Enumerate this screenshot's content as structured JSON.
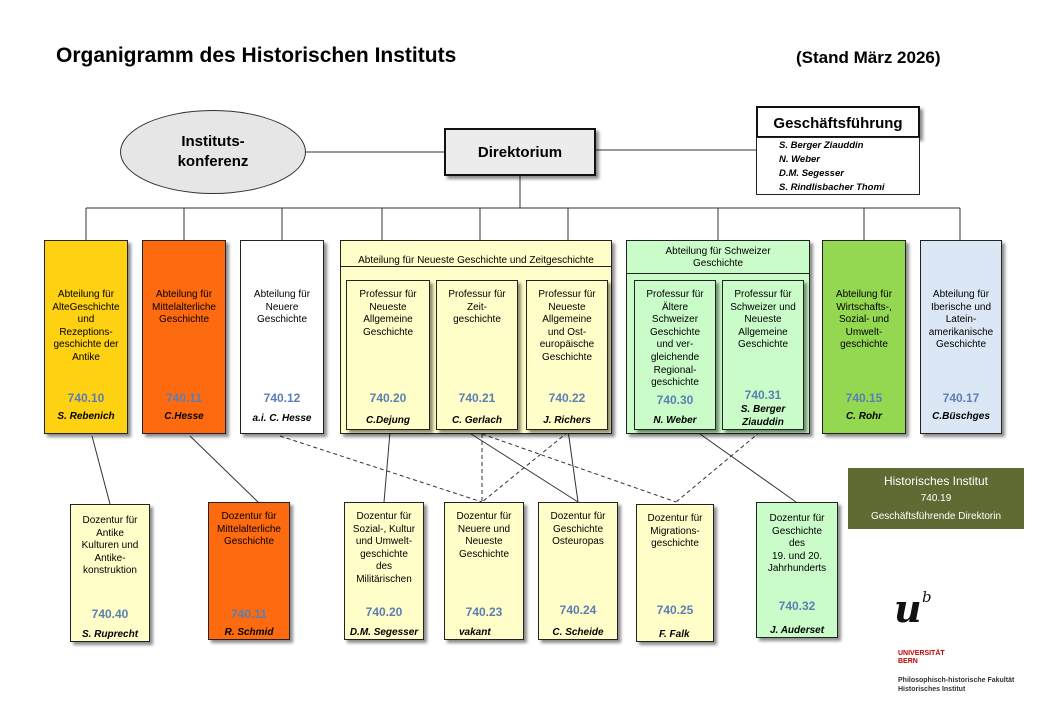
{
  "header": {
    "title": "Organigramm des Historischen Instituts",
    "stand": "(Stand März 2026)"
  },
  "institutskonferenz": {
    "line1": "Instituts-",
    "line2": "konferenz"
  },
  "direktorium": {
    "label": "Direktorium"
  },
  "geschaeftsfuehrung": {
    "title": "Geschäftsführung",
    "members": [
      "S. Berger Ziauddin",
      "N. Weber",
      "D.M. Segesser",
      "S. Rindlisbacher Thomi"
    ]
  },
  "groups": {
    "neueste": "Abteilung für Neueste Geschichte und Zeitgeschichte",
    "schweizer": "Abteilung für Schweizer Geschichte"
  },
  "units": [
    {
      "name": [
        "Abteilung für",
        "AlteGeschichte",
        "und",
        "Rezeptions-",
        "geschichte der",
        "Antike"
      ],
      "code": "740.10",
      "person": "S. Rebenich"
    },
    {
      "name": [
        "Abteilung für",
        "Mittelalterliche",
        "Geschichte"
      ],
      "code": "740.11",
      "person": "C.Hesse"
    },
    {
      "name": [
        "Abteilung für",
        "Neuere",
        "Geschichte"
      ],
      "code": "740.12",
      "person": "a.i. C. Hesse"
    },
    {
      "name": [
        "Professur für",
        "Neueste",
        "Allgemeine",
        "Geschichte"
      ],
      "code": "740.20",
      "person": "C.Dejung"
    },
    {
      "name": [
        "Professur für",
        "Zeit-",
        "geschichte"
      ],
      "code": "740.21",
      "person": "C. Gerlach"
    },
    {
      "name": [
        "Professur für",
        "Neueste",
        "Allgemeine",
        "und Ost-",
        "europäische",
        "Geschichte"
      ],
      "code": "740.22",
      "person": "J. Richers"
    },
    {
      "name": [
        "Professur für",
        "Ältere",
        "Schweizer",
        "Geschichte",
        "und ver-",
        "gleichende",
        "Regional-",
        "geschichte"
      ],
      "code": "740.30",
      "person": "N. Weber"
    },
    {
      "name": [
        "Professur für",
        "Schweizer und",
        "Neueste",
        "Allgemeine",
        "Geschichte"
      ],
      "code": "740.31",
      "person": [
        "S. Berger",
        "Ziauddin"
      ]
    },
    {
      "name": [
        "Abteilung für",
        "Wirtschafts-,",
        "Sozial- und",
        "Umwelt-",
        "geschichte"
      ],
      "code": "740.15",
      "person": "C. Rohr"
    },
    {
      "name": [
        "Abteilung für",
        "Iberische und",
        "Latein-",
        "amerikanische",
        "Geschichte"
      ],
      "code": "740.17",
      "person": "C.Büschges"
    }
  ],
  "dozenturen": [
    {
      "name": [
        "Dozentur für",
        "Antike",
        "Kulturen und",
        "Antike-",
        "konstruktion"
      ],
      "code": "740.40",
      "person": "S. Ruprecht"
    },
    {
      "name": [
        "Dozentur für",
        "Mittelalterliche",
        "Geschichte"
      ],
      "code": "740.11",
      "person": "R. Schmid"
    },
    {
      "name": [
        "Dozentur für",
        "Sozial-, Kultur",
        "und Umwelt-",
        "geschichte",
        "des",
        "Militärischen"
      ],
      "code": "740.20",
      "person": "D.M. Segesser"
    },
    {
      "name": [
        "Dozentur für",
        "Neuere und",
        "Neueste",
        "Geschichte"
      ],
      "code": "740.23",
      "person": "vakant"
    },
    {
      "name": [
        "Dozentur für",
        "Geschichte",
        "Osteuropas"
      ],
      "code": "740.24",
      "person": "C. Scheide"
    },
    {
      "name": [
        "Dozentur für",
        "Migrations-",
        "geschichte"
      ],
      "code": "740.25",
      "person": "F. Falk"
    },
    {
      "name": [
        "Dozentur für",
        "Geschichte",
        "des",
        "19. und 20.",
        "Jahrhunderts"
      ],
      "code": "740.32",
      "person": "J. Auderset"
    }
  ],
  "historisches_institut": {
    "name": "Historisches Institut",
    "code": "740.19",
    "role": "Geschäftsführende Direktorin"
  },
  "logo": {
    "mark": "u",
    "superscript": "b",
    "line1": "UNIVERSITÄT",
    "line2": "BERN",
    "faculty1": "Philosophisch-historische Fakultät",
    "faculty2": "Historisches Institut"
  }
}
